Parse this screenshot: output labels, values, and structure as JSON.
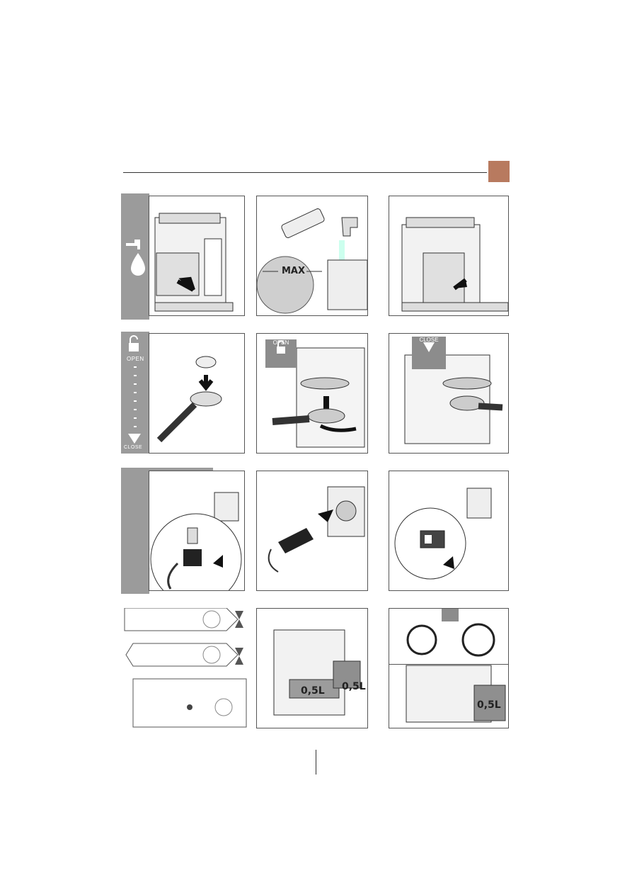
{
  "colors": {
    "accent": "#b87a5f",
    "sidebar": "#9b9b9b",
    "line": "#333333"
  },
  "row1": {
    "max_label": "MAX"
  },
  "row2": {
    "open_label": "OPEN",
    "close_label": "CLOSE",
    "open_badge": "OPEN",
    "close_badge": "CLOSE"
  },
  "row4": {
    "volume_label_a": "0,5L",
    "volume_label_b": "0,5L",
    "volume_label_c": "0,5L"
  },
  "icons": {
    "fill_water": "tap-water-drop-icon",
    "unlock": "open-padlock-icon",
    "close": "close-triangle-icon",
    "power": "power-icon",
    "hourglass": "hourglass-icon"
  }
}
